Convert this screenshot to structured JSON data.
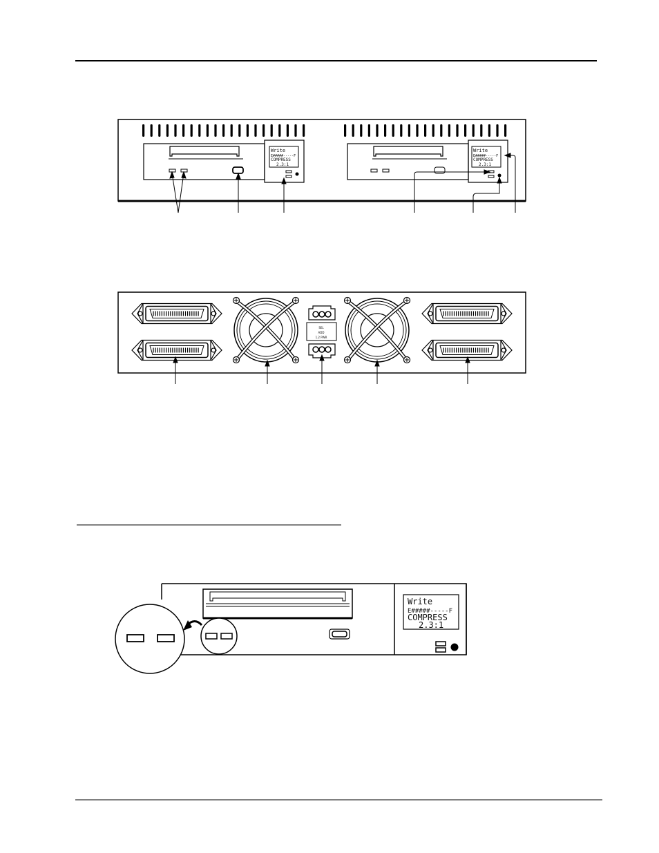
{
  "front_view": {
    "drives": [
      {
        "lcd": {
          "line1": "Write",
          "line2": "E#####-----F",
          "line3": "COMPRESS",
          "line4": "2.3:1"
        }
      },
      {
        "lcd": {
          "line1": "Write",
          "line2": "E#####-----F",
          "line3": "COMPRESS",
          "line4": "2.3:1"
        }
      }
    ]
  },
  "rear_view": {
    "power_panel": {
      "line1": "SEL",
      "line2": "ADD",
      "line3": "1.2 PWR"
    }
  },
  "detail_view": {
    "lcd": {
      "line1": "Write",
      "line2": "E#####-----F",
      "line3": "COMPRESS",
      "line4": "2.3:1"
    }
  }
}
